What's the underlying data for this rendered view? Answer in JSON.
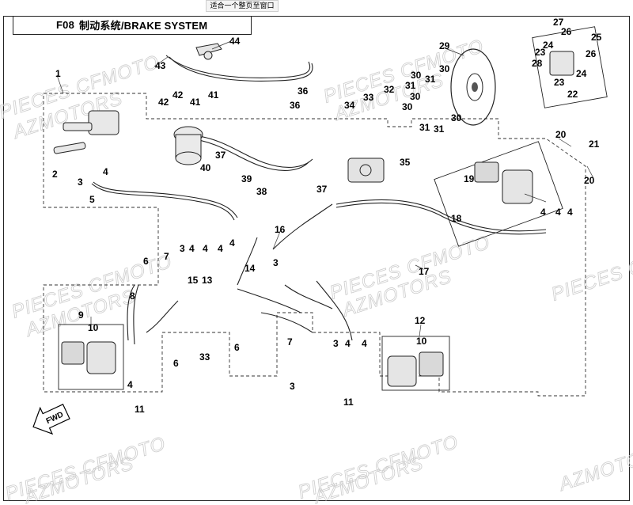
{
  "toolbar": {
    "fit_window_label": "适合一个整页至窗口"
  },
  "header": {
    "section": "F08",
    "title": "制动系统/BRAKE SYSTEM"
  },
  "fwd_label": "FWD",
  "watermarks": [
    "PIECES CFMOTO",
    "AZMOTORS",
    "PIECES CFMOTO",
    "AZMOTORS",
    "PIECES CFMOTO",
    "AZMOTORS",
    "PIECES CFMOTO",
    "AZMOTORS",
    "PIECES CFMOTO",
    "AZMOTORS",
    "PIECES CFMOTO",
    "AZMOTORS",
    "PIECES CFMOTO",
    "AZMOTORS"
  ],
  "callouts": [
    "44",
    "43",
    "1",
    "2",
    "3",
    "5",
    "4",
    "42",
    "41",
    "42",
    "41",
    "40",
    "37",
    "39",
    "38",
    "36",
    "36",
    "34",
    "33",
    "32",
    "37",
    "35",
    "27",
    "26",
    "25",
    "29",
    "24",
    "24",
    "26",
    "23",
    "28",
    "23",
    "22",
    "31",
    "31",
    "30",
    "30",
    "30",
    "31",
    "30",
    "31",
    "30",
    "20",
    "21",
    "19",
    "18",
    "20",
    "16",
    "17",
    "6",
    "7",
    "3",
    "4",
    "4",
    "4",
    "4",
    "3",
    "15",
    "13",
    "14",
    "8",
    "9",
    "10",
    "6",
    "33",
    "6",
    "12",
    "10",
    "7",
    "3",
    "11",
    "11",
    "3",
    "4",
    "4",
    "4",
    "4",
    "4",
    "4"
  ]
}
